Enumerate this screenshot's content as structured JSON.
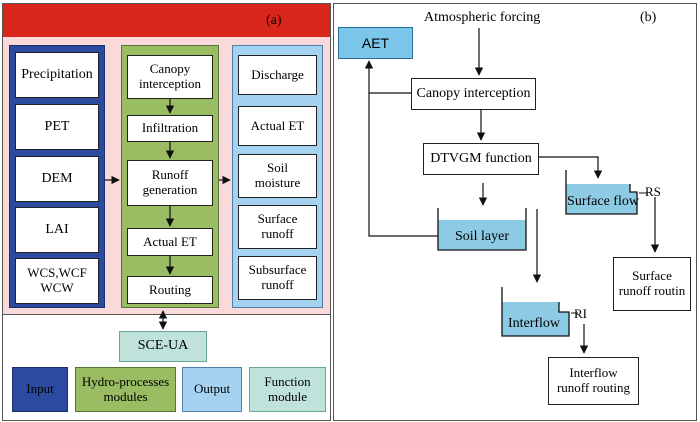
{
  "panel_a": {
    "label": "(a)",
    "inputs": [
      "Precipitation",
      "PET",
      "DEM",
      "LAI",
      "WCS,WCF\nWCW"
    ],
    "processes": [
      "Canopy\ninterception",
      "Infiltration",
      "Runoff\ngeneration",
      "Actual ET",
      "Routing"
    ],
    "outputs": [
      "Discharge",
      "Actual ET",
      "Soil\nmoisture",
      "Surface\nrunoff",
      "Subsurface\nrunoff"
    ],
    "optimizer": "SCE-UA",
    "legend": {
      "input": "Input",
      "hydro": "Hydro-processes\nmodules",
      "output": "Output",
      "function": "Function\nmodule"
    },
    "colors": {
      "banner": "#d9261c",
      "background": "#f9d9d9",
      "input": "#2b4aa0",
      "hydro": "#9abc62",
      "output": "#a5d2f0",
      "function": "#bfe2da"
    }
  },
  "panel_b": {
    "label": "(b)",
    "atmospheric": "Atmospheric forcing",
    "aet": "AET",
    "canopy": "Canopy interception",
    "dtvgm": "DTVGM function",
    "soil_layer": "Soil layer",
    "surface_flow": "Surface flow",
    "rs": "RS",
    "surface_routing": "Surface\nrunoff routin",
    "interflow": "Interflow",
    "ri": "RI",
    "interflow_routing": "Interflow\nrunoff routing",
    "colors": {
      "tank": "#8ccbe3",
      "aet": "#7cc6ec"
    }
  }
}
